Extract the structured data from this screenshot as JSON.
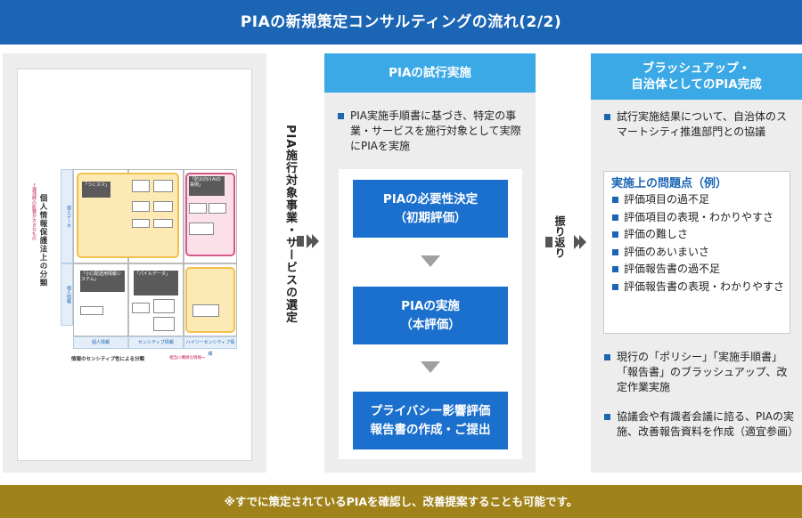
{
  "header": {
    "title": "PIAの新規策定コンサルティングの流れ(2/2)"
  },
  "left_panel": {
    "figure": {
      "y_axis_label": "個人情報保護法上の分類",
      "y_axis_note": "←漏洩時の影響が大きなもの",
      "row_labels": [
        "個人データ",
        "個人情報"
      ],
      "col_labels": [
        "個人情報",
        "センシティブ情報",
        "ハイリーセンシティブ情報"
      ],
      "x_axis_label": "情報のセンシティブ性による分類",
      "x_axis_note": "相当に機微な情報→",
      "boxes": [
        "「つくスマ」",
        "「小口配送用情報システム」",
        "「パイルデータ」",
        "「防災向けAIの事例」"
      ]
    }
  },
  "selection_label": "PIA施行対象事業・サービスの選定",
  "middle": {
    "heading": "PIAの試行実施",
    "bullet": "PIA実施手順書に基づき、特定の事業・サービスを施行対象として実際にPIAを実施",
    "steps": [
      {
        "line1": "PIAの必要性決定",
        "line2": "（初期評価）"
      },
      {
        "line1": "PIAの実施",
        "line2": "（本評価）"
      },
      {
        "line1": "プライバシー影響評価",
        "line2": "報告書の作成・ご提出"
      }
    ]
  },
  "loop_label": "振り返り",
  "right": {
    "heading_line1": "ブラッシュアップ・",
    "heading_line2": "自治体としてのPIA完成",
    "bullet1": "試行実施結果について、自治体のスマートシティ推進部門との協議",
    "issues": {
      "title": "実施上の問題点（例）",
      "items": [
        "評価項目の過不足",
        "評価項目の表現・わかりやすさ",
        "評価の難しさ",
        "評価のあいまいさ",
        "評価報告書の過不足",
        "評価報告書の表現・わかりやすさ"
      ]
    },
    "bullet2": "現行の「ポリシー」「実施手順書」「報告書」のブラッシュアップ、改定作業実施",
    "bullet3": "協議会や有識者会議に諮る、PIAの実施、改善報告資料を作成（適宜参画）"
  },
  "footer": {
    "note": "※すでに策定されているPIAを確認し、改善提案することも可能です。"
  },
  "colors": {
    "header": "#1b65b4",
    "column_head": "#3aa9e6",
    "step": "#1b6fcd",
    "footer": "#a0821a",
    "panel": "#ededed"
  }
}
